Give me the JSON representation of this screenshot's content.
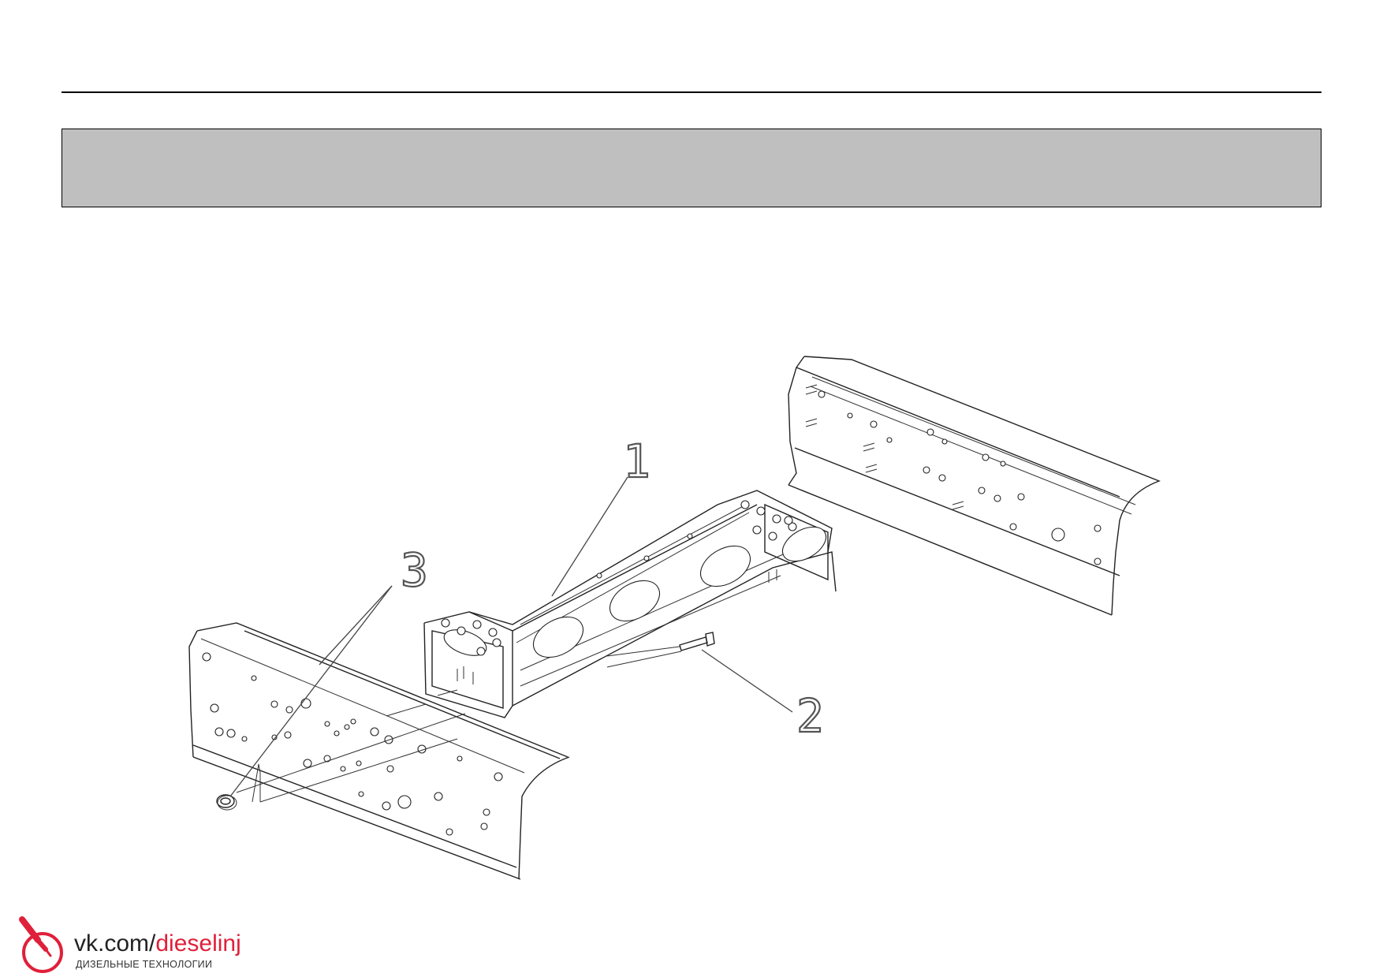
{
  "header": {
    "title_band_color": "#bfbfbf",
    "rule_color": "#000000"
  },
  "diagram": {
    "callouts": [
      {
        "id": "1",
        "label": "1"
      },
      {
        "id": "2",
        "label": "2"
      },
      {
        "id": "3",
        "label": "3"
      }
    ]
  },
  "footer": {
    "logo_prefix": "vk.com/",
    "logo_accent": "dieselinj",
    "logo_tagline": "ДИЗЕЛЬНЫЕ ТЕХНОЛОГИИ",
    "accent_color": "#e0203a",
    "icon": "injector-icon"
  }
}
